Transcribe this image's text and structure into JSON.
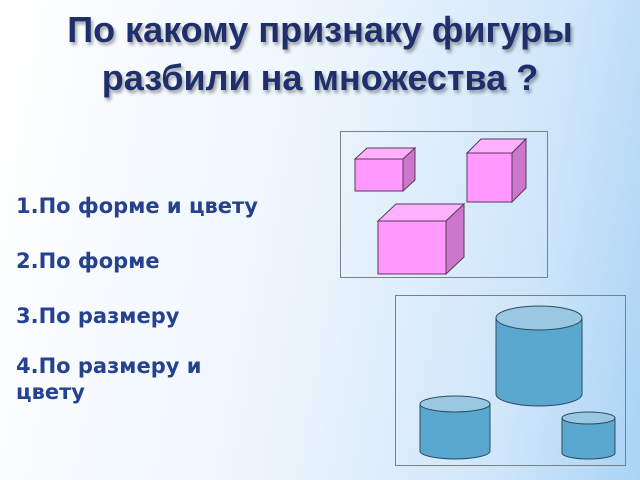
{
  "title": {
    "line1": "По какому признаку фигуры",
    "line2": "разбили на множества ?"
  },
  "options": [
    {
      "label": "1.По форме и цвету"
    },
    {
      "label": "2.По форме"
    },
    {
      "label": "3.По размеру"
    },
    {
      "label": "4.По размеру и цвету"
    }
  ],
  "colors": {
    "text": "#26418f",
    "cube": "#ff99ff",
    "cylinder": "#5aa8d0"
  }
}
